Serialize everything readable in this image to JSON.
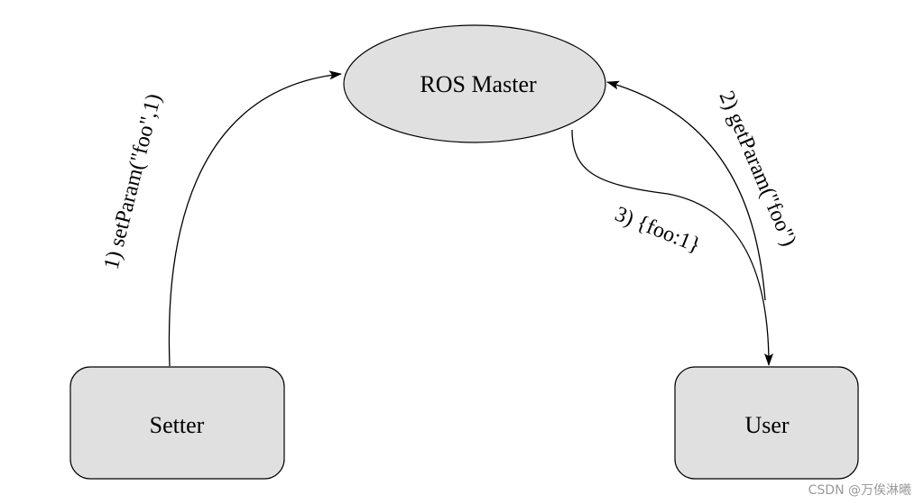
{
  "nodes": {
    "master": {
      "label": "ROS Master"
    },
    "setter": {
      "label": "Setter"
    },
    "user": {
      "label": "User"
    }
  },
  "edges": {
    "set_param": {
      "label": "1)  setParam(\"foo\",1)"
    },
    "get_param": {
      "label": "2)  getParam(\"foo\")"
    },
    "result": {
      "label": "3)  {foo:1}"
    }
  },
  "watermark": "CSDN @万俟淋曦",
  "colors": {
    "node_fill": "#e0e0e0",
    "stroke": "#000000",
    "watermark": "#9a9a9a"
  }
}
